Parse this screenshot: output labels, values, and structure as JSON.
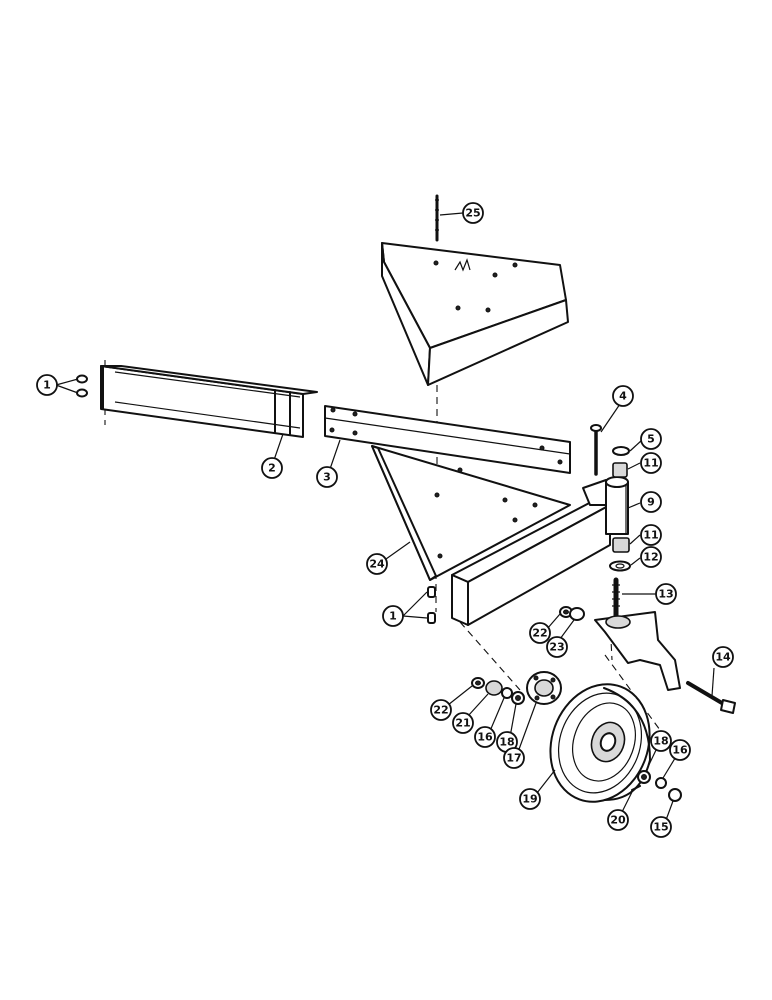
{
  "callouts": [
    {
      "id": "c1a",
      "label": "1"
    },
    {
      "id": "c2",
      "label": "2"
    },
    {
      "id": "c3",
      "label": "3"
    },
    {
      "id": "c4",
      "label": "4"
    },
    {
      "id": "c5",
      "label": "5"
    },
    {
      "id": "c11a",
      "label": "11"
    },
    {
      "id": "c9",
      "label": "9"
    },
    {
      "id": "c11b",
      "label": "11"
    },
    {
      "id": "c12",
      "label": "12"
    },
    {
      "id": "c13",
      "label": "13"
    },
    {
      "id": "c24",
      "label": "24"
    },
    {
      "id": "c1b",
      "label": "1"
    },
    {
      "id": "c22a",
      "label": "22"
    },
    {
      "id": "c23",
      "label": "23"
    },
    {
      "id": "c14",
      "label": "14"
    },
    {
      "id": "c22b",
      "label": "22"
    },
    {
      "id": "c21",
      "label": "21"
    },
    {
      "id": "c16a",
      "label": "16"
    },
    {
      "id": "c18a",
      "label": "18"
    },
    {
      "id": "c17",
      "label": "17"
    },
    {
      "id": "c19",
      "label": "19"
    },
    {
      "id": "c18b",
      "label": "18"
    },
    {
      "id": "c16b",
      "label": "16"
    },
    {
      "id": "c20",
      "label": "20"
    },
    {
      "id": "c15",
      "label": "15"
    },
    {
      "id": "c25",
      "label": "25"
    }
  ]
}
